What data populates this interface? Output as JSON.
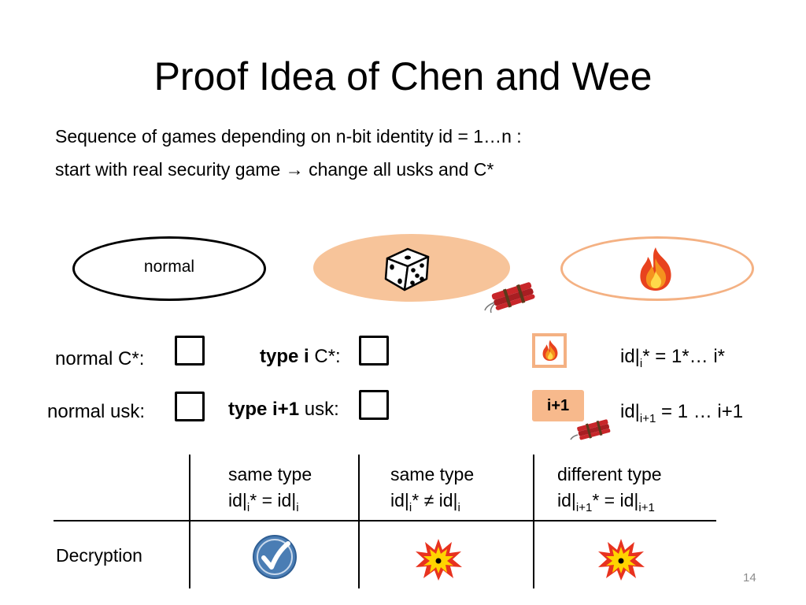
{
  "title": "Proof Idea of Chen and Wee",
  "intro": {
    "line1": "Sequence of games depending on n-bit identity id = 1…n :",
    "line2": "start with real security game → change all usks and C*"
  },
  "ellipses": {
    "normal_label": "normal"
  },
  "rows": {
    "normal_c": "normal C*:",
    "type_i_bold": "type i",
    "type_i_rest": " C*:",
    "normal_usk": "normal usk:",
    "type_i1_bold": "type i+1",
    "type_i1_rest": " usk:",
    "i1_badge": "i+1"
  },
  "formulas": {
    "f1_a": "id|",
    "f1_sub": "i",
    "f1_b": "* = 1*… i*",
    "f2_a": "id|",
    "f2_sub": "i+1",
    "f2_b": " = 1 … i+1"
  },
  "table": {
    "col1_head": "same type",
    "col1_f_a": "id|",
    "col1_f_sub": "i",
    "col1_f_b": "* =  id|",
    "col1_f_sub2": "i",
    "col2_head": "same type",
    "col2_f_a": "id|",
    "col2_f_sub": "i",
    "col2_f_b": "* ≠  id|",
    "col2_f_sub2": "i",
    "col3_head": "different type",
    "col3_f_a": "id|",
    "col3_f_sub": "i+1",
    "col3_f_b": "* = id|",
    "col3_f_sub2": "i+1",
    "row_label": "Decryption"
  },
  "page_number": "14",
  "colors": {
    "accent_fill": "#f7c49a",
    "accent_border": "#f4b183",
    "check_blue": "#4a7db4",
    "explosion_red": "#e8321f",
    "explosion_yellow": "#ffd400"
  },
  "icons": [
    "dice-icon",
    "dynamite-icon",
    "fire-icon",
    "checkmark-icon",
    "explosion-icon"
  ]
}
